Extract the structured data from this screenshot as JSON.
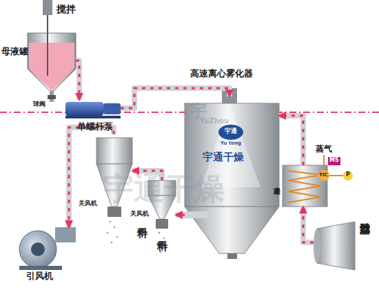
{
  "diagram": {
    "nodes": [
      {
        "text": [
          "母液罐"
        ]
      },
      {
        "text": [
          "单螺杆泵"
        ]
      },
      {
        "text": [
          "高速离心雾化器",
          "宇通干燥"
        ]
      },
      {
        "text": [
          "冷凝水"
        ]
      },
      {
        "text": [
          "空气过滤器"
        ]
      },
      {
        "text": [
          "关风机",
          "干料"
        ]
      },
      {
        "text": [
          "关风机",
          "干料"
        ]
      },
      {
        "text": [
          "引风机"
        ]
      }
    ],
    "edges": [
      {
        "from": 0,
        "to": 1,
        "arrow": "to"
      },
      {
        "from": 1,
        "to": 2,
        "arrow": "to"
      },
      {
        "from": 4,
        "to": 3,
        "arrow": "to"
      },
      {
        "from": 3,
        "to": 2,
        "arrow": "to"
      },
      {
        "from": 2,
        "to": 6,
        "arrow": "to"
      },
      {
        "from": 6,
        "to": 5,
        "arrow": "to"
      },
      {
        "from": 5,
        "to": 7,
        "arrow": "to"
      }
    ],
    "labels": [
      "搅拌",
      "球阀",
      "蒸气",
      "MS",
      "TIC",
      "P",
      "宇通",
      "Yu tong",
      "宇",
      "YuZhou",
      "宇通干燥"
    ]
  }
}
